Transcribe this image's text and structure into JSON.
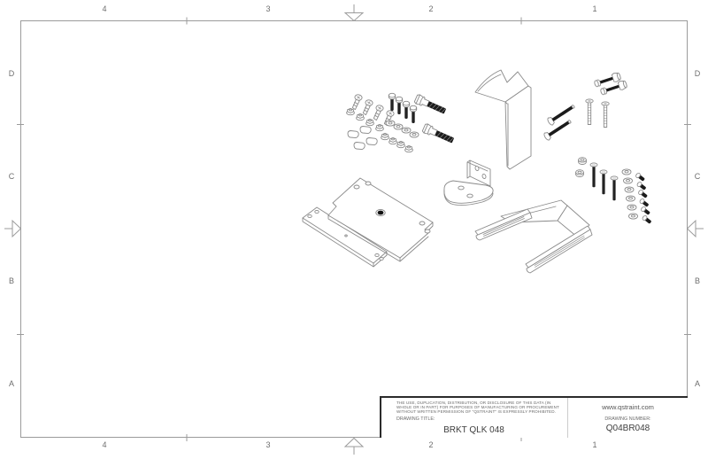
{
  "drawing": {
    "legal": {
      "line1": "THE USE, DUPLICATION, DISTRIBUTION, OR DISCLOSURE OF THIS DATA (IN",
      "line2": "WHOLE OR IN PART) FOR PURPOSES OF MANUFACTURING OR PROCUREMENT",
      "line3": "WITHOUT WRITTEN PERMISSION OF \"QSTRAINT\" IS EXPRESSLY PROHIBITED."
    },
    "title_label": "DRAWING TITLE:",
    "title": "BRKT QLK 048",
    "website": "www.qstraint.com",
    "number_label": "DRAWING NUMBER:",
    "number": "Q04BR048"
  },
  "zones": {
    "top": [
      "4",
      "3",
      "2",
      "1"
    ],
    "bottom": [
      "4",
      "3",
      "2",
      "1"
    ],
    "left": [
      "D",
      "C",
      "B",
      "A"
    ],
    "right": [
      "D",
      "C",
      "B",
      "A"
    ]
  },
  "colors": {
    "frame_line": "#9b9b9b",
    "part_line": "#8a8a8a",
    "dark_fill": "#1b1b1b",
    "title_border": "#2b2b2b",
    "text": "#6a6a6a"
  },
  "parts": [
    {
      "name": "pan-head-screws",
      "qty": 4
    },
    {
      "name": "flange-nuts",
      "qty": 8
    },
    {
      "name": "square-nuts",
      "qty": 4
    },
    {
      "name": "hex-cap-screws",
      "qty": 4
    },
    {
      "name": "flat-washers",
      "qty": 10
    },
    {
      "name": "long-hex-bolts",
      "qty": 2
    },
    {
      "name": "bolt-nut-assemblies",
      "qty": 2
    },
    {
      "name": "threaded-bolts",
      "qty": 2
    },
    {
      "name": "flat-head-machine-screws",
      "qty": 2
    },
    {
      "name": "hex-nuts",
      "qty": 2
    },
    {
      "name": "countersunk-screws",
      "qty": 3
    },
    {
      "name": "button-screws",
      "qty": 6
    },
    {
      "name": "upper-bracket",
      "qty": 1
    },
    {
      "name": "angle-bracket",
      "qty": 1
    },
    {
      "name": "mount-plate",
      "qty": 1
    },
    {
      "name": "backing-plate",
      "qty": 1
    },
    {
      "name": "lower-slotted-bracket",
      "qty": 1
    }
  ]
}
